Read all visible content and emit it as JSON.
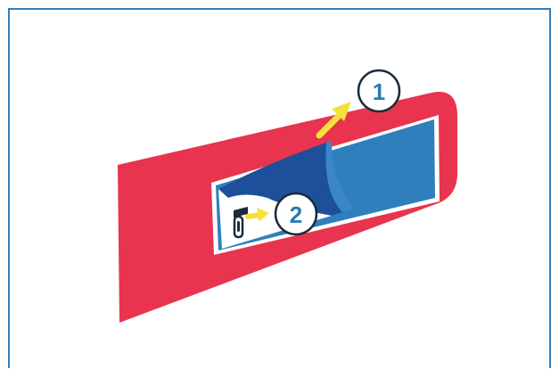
{
  "colors": {
    "frame_border": "#2e7fc0",
    "panel_red": "#e8344e",
    "window_blue": "#2f7fbd",
    "flap_dark_blue": "#1d4f9a",
    "flap_fold_blue": "#3a86c6",
    "arrow_yellow": "#f4e23a",
    "white": "#ffffff",
    "zipper_dark": "#1b2a3a",
    "step_text": "#2a7ab8"
  },
  "steps": [
    {
      "number": "1",
      "action": "peel-flap-arrow"
    },
    {
      "number": "2",
      "action": "slide-zipper-arrow"
    }
  ],
  "icons": [
    "zipper-pull-icon",
    "peel-arrow-icon",
    "slide-arrow-icon"
  ]
}
